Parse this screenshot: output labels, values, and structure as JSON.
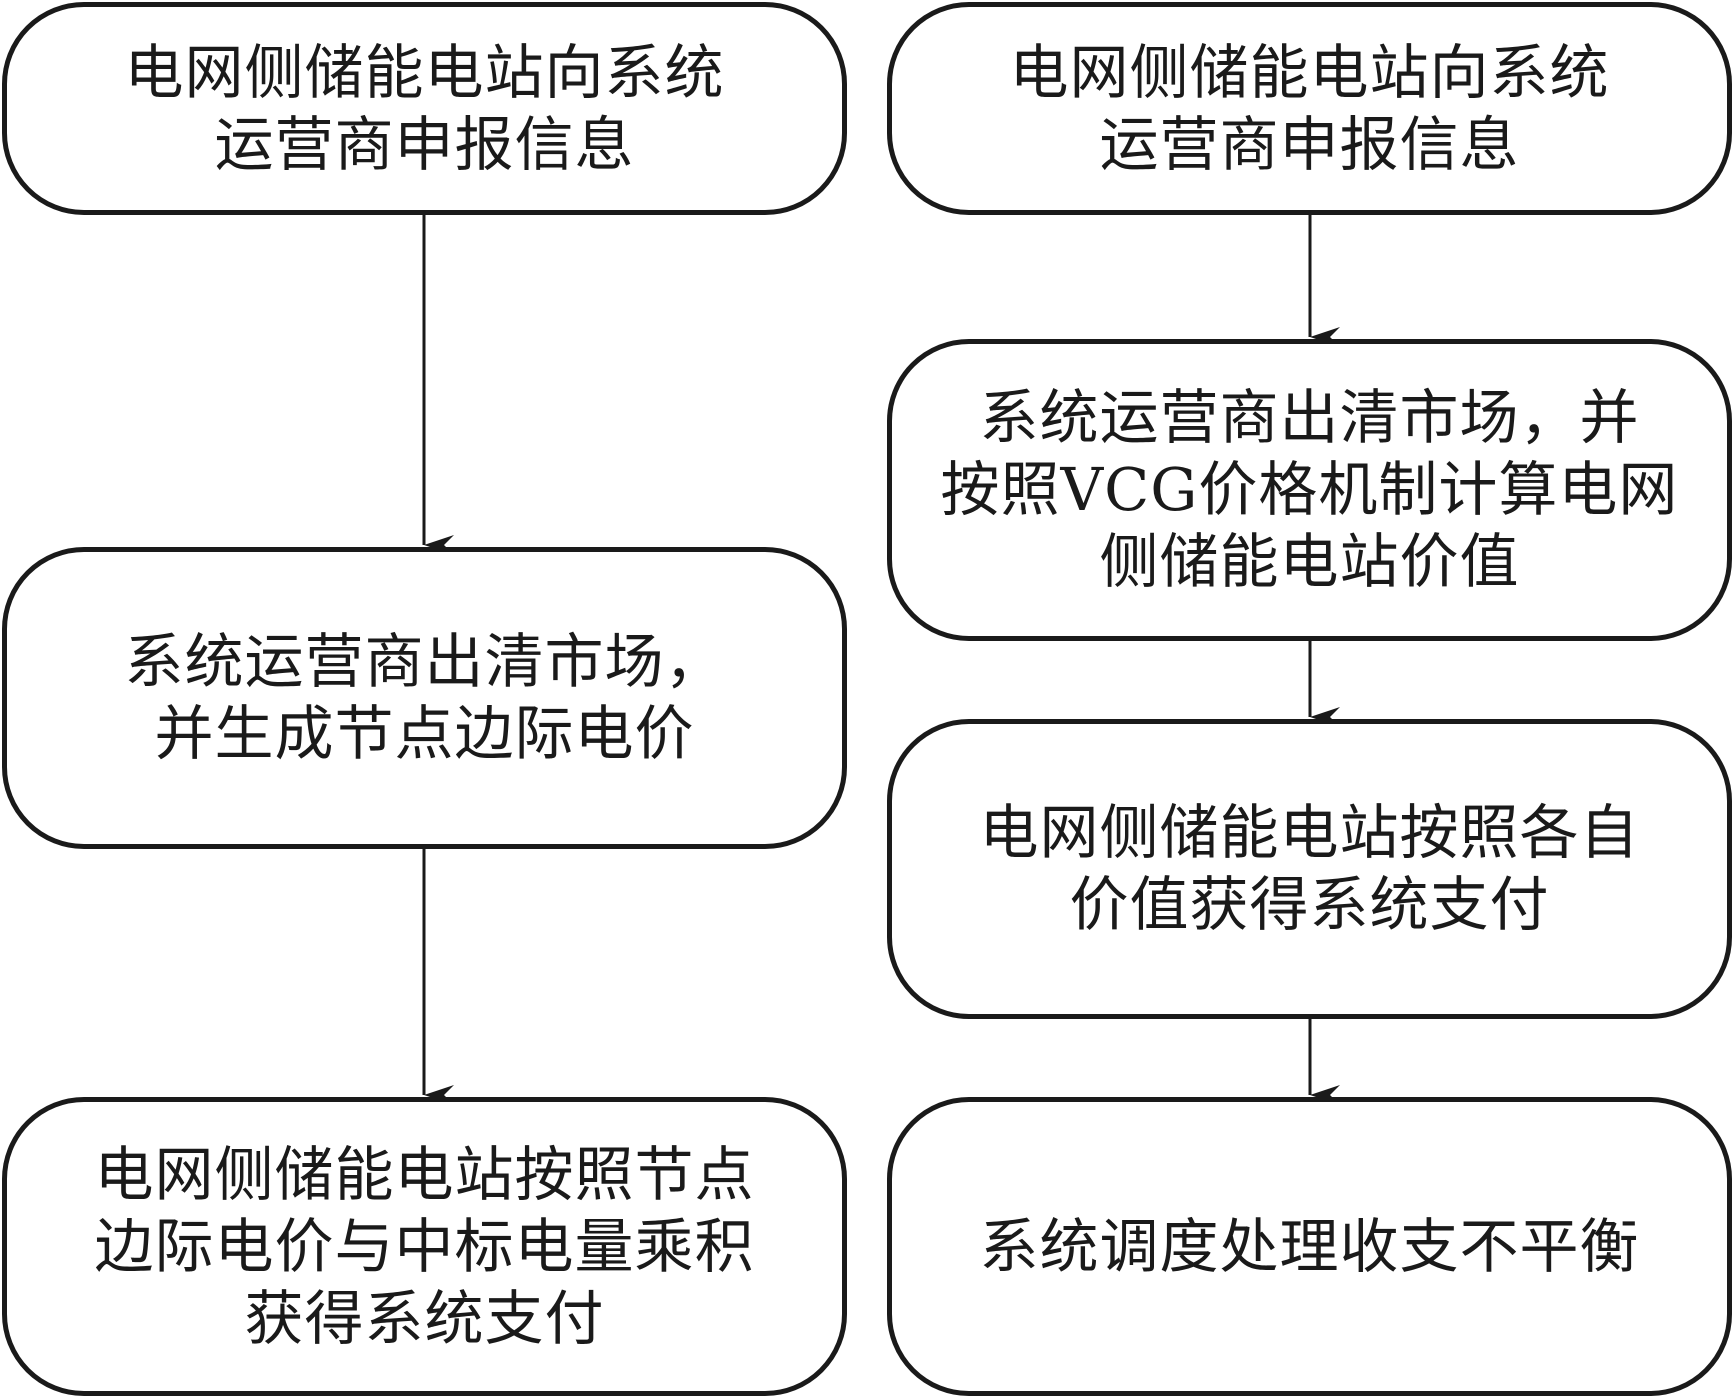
{
  "left_flow": {
    "step1": [
      "电网侧储能电站向系统",
      "运营商申报信息"
    ],
    "step2": [
      "系统运营商出清市场，",
      "并生成节点边际电价"
    ],
    "step3": [
      "电网侧储能电站按照节点",
      "边际电价与中标电量乘积",
      "获得系统支付"
    ]
  },
  "right_flow": {
    "step1": [
      "电网侧储能电站向系统",
      "运营商申报信息"
    ],
    "step2": [
      "系统运营商出清市场，并",
      "按照VCG价格机制计算电网",
      "侧储能电站价值"
    ],
    "step3": [
      "电网侧储能电站按照各自",
      "价值获得系统支付"
    ],
    "step4": [
      "系统调度处理收支不平衡"
    ]
  },
  "colors": {
    "stroke": "#1a1a1a",
    "background": "#ffffff"
  }
}
